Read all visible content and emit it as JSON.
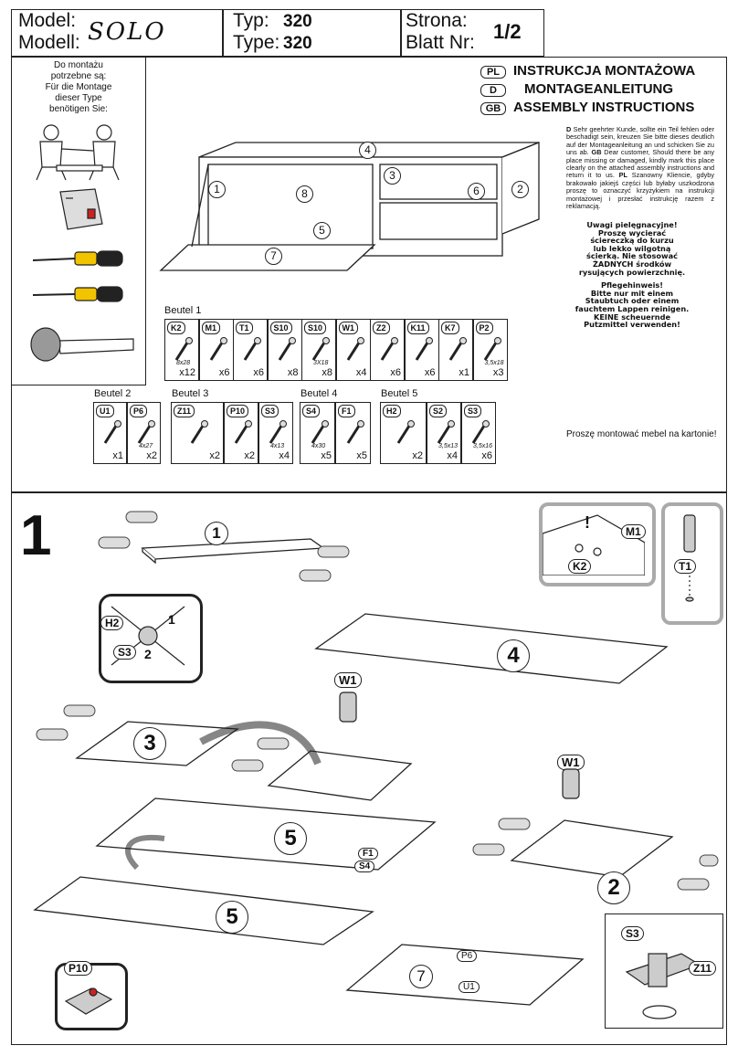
{
  "header": {
    "model_label_pl": "Model:",
    "model_label_de": "Modell:",
    "model_name": "SOLO",
    "typ_label_pl": "Typ:",
    "typ_label_en": "Type:",
    "typ_value_1": "320",
    "typ_value_2": "320",
    "page_label_pl": "Strona:",
    "page_label_de": "Blatt Nr:",
    "page_value": "1/2"
  },
  "tools": {
    "line1": "Do montażu",
    "line2": "potrzebne są:",
    "line3": "Für die Montage",
    "line4": "dieser Type",
    "line5": "benötigen Sie:"
  },
  "titles": [
    {
      "lang": "PL",
      "text": "INSTRUKCJA MONTAŻOWA"
    },
    {
      "lang": "D",
      "text": "MONTAGEANLEITUNG"
    },
    {
      "lang": "GB",
      "text": "ASSEMBLY INSTRUCTIONS"
    }
  ],
  "notes": {
    "d_prefix": "D",
    "d_text": "Sehr geehrter Kunde, sollte ein Teil fehlen oder beschadigt sein, kreuzen Sie bitte dieses deutlich auf der Montageanleitung an und schicken Sie zu uns ab.",
    "gb_prefix": "GB",
    "gb_text": "Dear customer, Should there be any place missing or damaged, kindly mark this place clearly on the attached assembly instructions and return it to us.",
    "pl_prefix": "PL",
    "pl_text": "Szanowny Kliencie, gdyby brakowało jakiejś części lub byłaby uszkodzona proszę to oznaczyć krzyżykiem na instrukcji montażowej i przesłać instrukcję razem z reklamacją."
  },
  "care_pl": [
    "Uwagi pielęgnacyjne!",
    "Proszę wycierać",
    "ściereczką do kurzu",
    "lub lekko wilgotną",
    "ścierką. Nie stosować",
    "ŻADNYCH środków",
    "rysujących powierzchnię."
  ],
  "care_de": [
    "Pflegehinweis!",
    "Bitte nur mit einem",
    "Staubtuch oder einem",
    "fauchtem Lappen reinigen.",
    "KEINE scheuernde",
    "Putzmittel verwenden!"
  ],
  "carton_note": "Proszę montować mebel na kartonie!",
  "cabinet_labels": [
    "1",
    "2",
    "3",
    "4",
    "5",
    "6",
    "7",
    "8"
  ],
  "beutel1": {
    "title": "Beutel 1",
    "parts": [
      {
        "code": "K2",
        "qty": "x12",
        "dim": "8x28"
      },
      {
        "code": "M1",
        "qty": "x6",
        "dim": ""
      },
      {
        "code": "T1",
        "qty": "x6",
        "dim": ""
      },
      {
        "code": "S10",
        "qty": "x8",
        "dim": ""
      },
      {
        "code": "S10",
        "qty": "x8",
        "dim": "3X18"
      },
      {
        "code": "W1",
        "qty": "x4",
        "dim": ""
      },
      {
        "code": "Z2",
        "qty": "x6",
        "dim": ""
      },
      {
        "code": "K11",
        "qty": "x6",
        "dim": ""
      },
      {
        "code": "K7",
        "qty": "x1",
        "dim": ""
      },
      {
        "code": "P2",
        "qty": "x3",
        "dim": "3,5x18"
      }
    ]
  },
  "beutel2": {
    "title": "Beutel 2",
    "parts": [
      {
        "code": "U1",
        "qty": "x1",
        "dim": ""
      },
      {
        "code": "P6",
        "qty": "x2",
        "dim": "4x27"
      }
    ]
  },
  "beutel3": {
    "title": "Beutel 3",
    "parts": [
      {
        "code": "Z11",
        "qty": "x2",
        "dim": ""
      },
      {
        "code": "P10",
        "qty": "x2",
        "dim": ""
      },
      {
        "code": "S3",
        "qty": "x4",
        "dim": "4x13"
      }
    ]
  },
  "beutel4": {
    "title": "Beutel 4",
    "parts": [
      {
        "code": "S4",
        "qty": "x5",
        "dim": "4x30"
      },
      {
        "code": "F1",
        "qty": "x5",
        "dim": ""
      }
    ]
  },
  "beutel5": {
    "title": "Beutel 5",
    "parts": [
      {
        "code": "H2",
        "qty": "x2",
        "dim": ""
      },
      {
        "code": "S2",
        "qty": "x4",
        "dim": "3,5x13"
      },
      {
        "code": "S3",
        "qty": "x6",
        "dim": "3,5x16"
      }
    ]
  },
  "step": {
    "number": "1",
    "panel_labels": [
      "1",
      "4",
      "3",
      "5",
      "5",
      "2",
      "7"
    ],
    "callouts": {
      "h2": "H2",
      "s3": "S3",
      "sub1": "1",
      "sub2": "2",
      "m1": "M1",
      "k2": "K2",
      "t1": "T1",
      "excl": "!",
      "w1a": "W1",
      "w1b": "W1",
      "f1": "F1",
      "s4": "S4",
      "p10": "P10",
      "p6": "P6",
      "u1": "U1",
      "s3b": "S3",
      "z11": "Z11"
    }
  }
}
